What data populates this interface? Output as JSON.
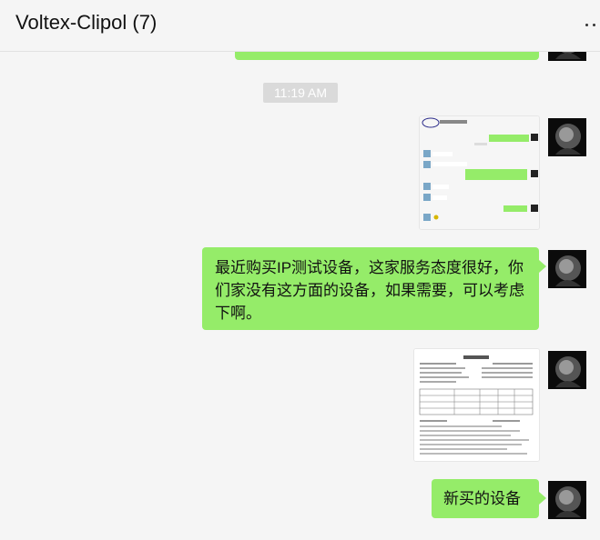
{
  "window": {
    "title": "Voltex-Clipol (7)"
  },
  "messages": {
    "time_label": "11:19 AM",
    "text1": "最近购买IP测试设备，这家服务态度很好，你们家没有这方面的设备，如果需要，可以考虑下啊。",
    "text2": "新买的设备"
  },
  "colors": {
    "bubble": "#95ec69",
    "background": "#f5f5f5"
  },
  "icons": {
    "more": "more-dots-icon",
    "avatar": "lion-avatar"
  }
}
